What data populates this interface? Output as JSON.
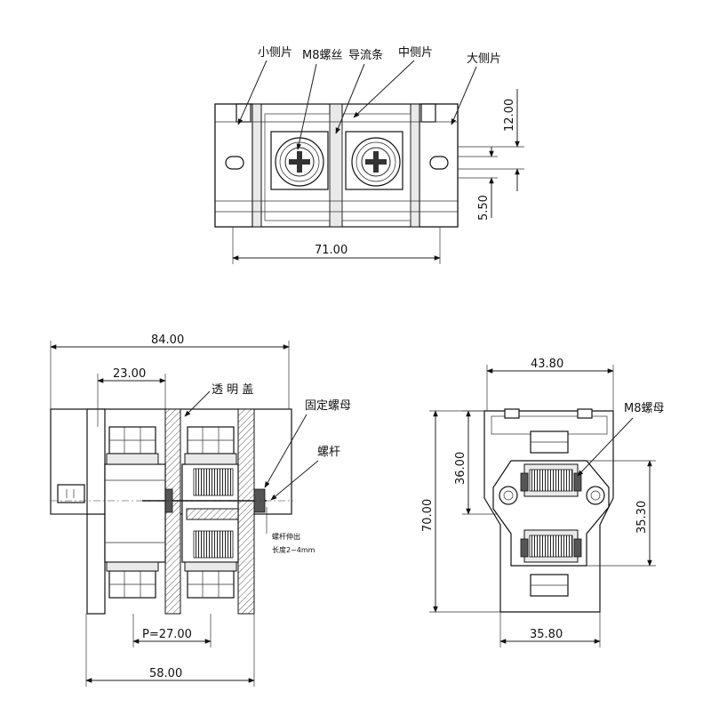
{
  "top_view": {
    "labels": {
      "small_side": "小侧片",
      "m8_screw": "M8螺丝",
      "busbar": "导流条",
      "mid_side": "中侧片",
      "large_side": "大侧片"
    },
    "dims": {
      "width": "71.00",
      "height_a": "12.00",
      "height_b": "5.50"
    }
  },
  "front_view": {
    "labels": {
      "cover": "透 明 盖",
      "fix_nut": "固定螺母",
      "rod": "螺杆",
      "rod_note_1": "螺杆伸出",
      "rod_note_2": "长度2~4mm"
    },
    "dims": {
      "overall": "84.00",
      "sub": "23.00",
      "pitch": "P=27.00",
      "base": "58.00"
    }
  },
  "side_view": {
    "labels": {
      "m8_nut": "M8螺母"
    },
    "dims": {
      "top": "43.80",
      "left_inner": "36.00",
      "overall_h": "70.00",
      "right_inner": "35.30",
      "bottom": "35.80"
    }
  }
}
